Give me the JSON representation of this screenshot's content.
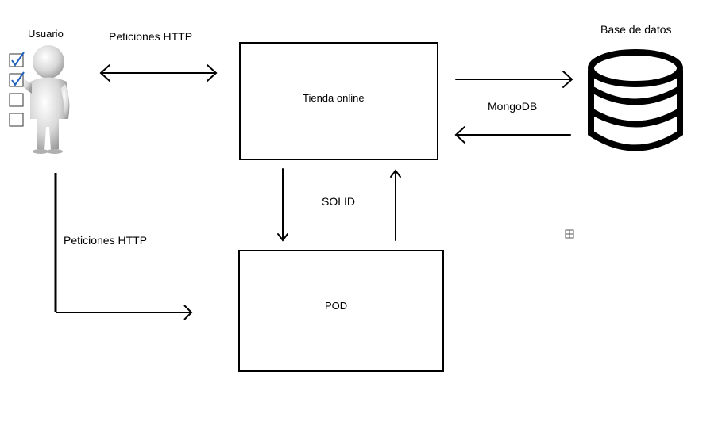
{
  "user": {
    "label": "Usuario"
  },
  "database": {
    "label": "Base de datos"
  },
  "store": {
    "label": "Tienda online"
  },
  "pod": {
    "label": "POD"
  },
  "edges": {
    "user_store": "Peticiones HTTP",
    "store_db": "MongoDB",
    "store_pod": "SOLID",
    "user_pod": "Peticiones HTTP"
  },
  "icons": {
    "user": "user-checklist-icon",
    "database": "database-icon",
    "small": "table-grid-icon"
  }
}
